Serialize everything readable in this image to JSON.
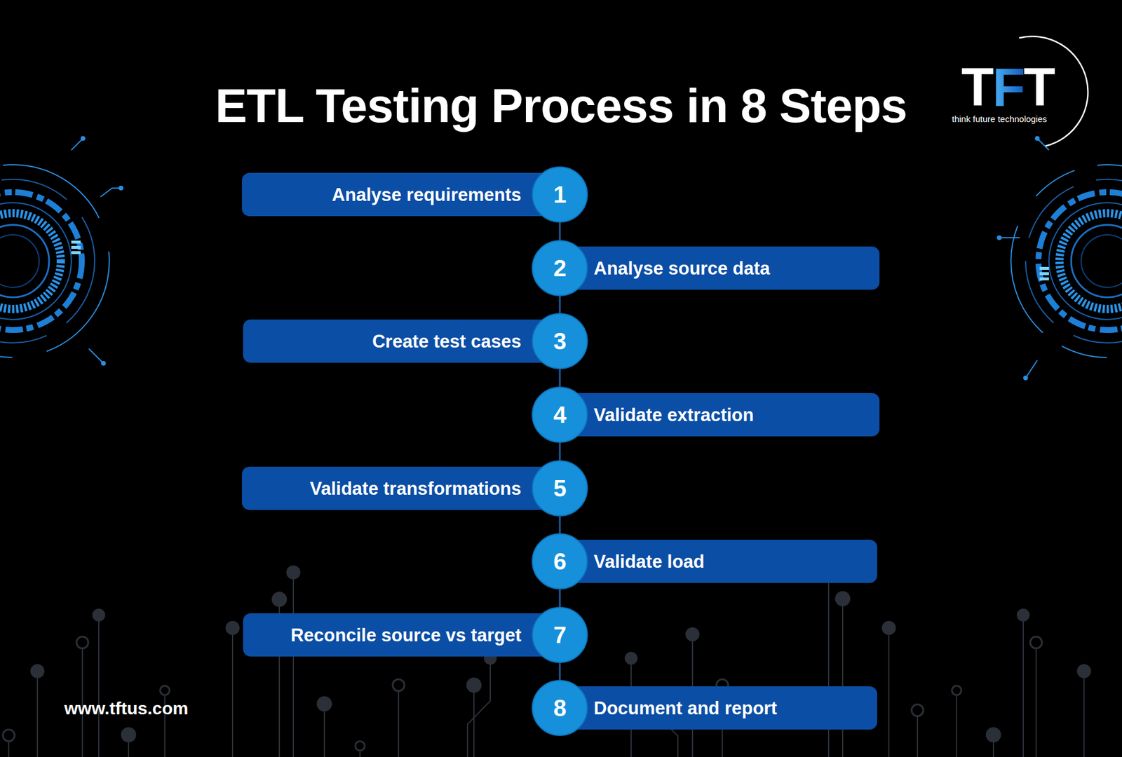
{
  "diagram": {
    "title": "ETL Testing Process in 8 Steps",
    "nodes": [
      {
        "text": [
          "Analyse requirements"
        ]
      },
      {
        "text": [
          "1"
        ]
      },
      {
        "text": [
          "2"
        ]
      },
      {
        "text": [
          "Analyse source data"
        ]
      },
      {
        "text": [
          "Create test cases"
        ]
      },
      {
        "text": [
          "3"
        ]
      },
      {
        "text": [
          "4"
        ]
      },
      {
        "text": [
          "Validate extraction"
        ]
      },
      {
        "text": [
          "Validate transformations"
        ]
      },
      {
        "text": [
          "5"
        ]
      },
      {
        "text": [
          "6"
        ]
      },
      {
        "text": [
          "Validate load"
        ]
      },
      {
        "text": [
          "Reconcile source vs target"
        ]
      },
      {
        "text": [
          "7"
        ]
      },
      {
        "text": [
          "8"
        ]
      },
      {
        "text": [
          "Document and report"
        ]
      }
    ],
    "edges": [
      {
        "from": 1,
        "to": 2,
        "arrow": "none"
      },
      {
        "from": 2,
        "to": 5,
        "arrow": "none"
      },
      {
        "from": 5,
        "to": 6,
        "arrow": "none"
      },
      {
        "from": 6,
        "to": 9,
        "arrow": "none"
      },
      {
        "from": 9,
        "to": 10,
        "arrow": "none"
      },
      {
        "from": 10,
        "to": 13,
        "arrow": "none"
      },
      {
        "from": 13,
        "to": 14,
        "arrow": "none"
      }
    ],
    "labels": [
      "TFT",
      "think future technologies",
      "www.tftus.com"
    ]
  }
}
